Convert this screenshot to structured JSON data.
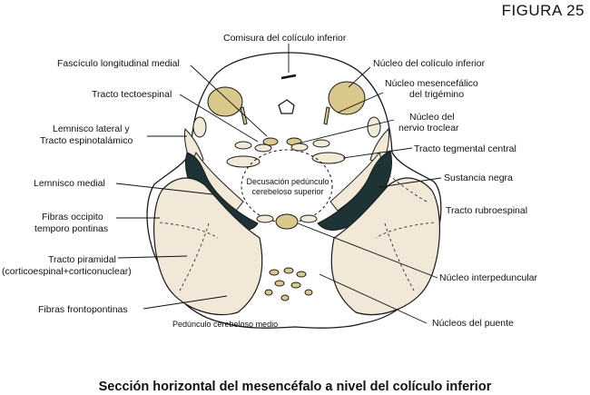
{
  "figure_label": "FIGURA 25",
  "caption": "Sección horizontal del mesencéfalo a nivel del colículo inferior",
  "labels": {
    "comisura": "Comisura del colículo inferior",
    "fasciculo": "Fascículo longitudinal medial",
    "tectoespinal": "Tracto tectoespinal",
    "lemnisco_lateral_1": "Lemnisco lateral y",
    "lemnisco_lateral_2": "Tracto  espinotalámico",
    "lemnisco_medial": "Lemnisco medial",
    "fibras_occipito_1": "Fibras occipito",
    "fibras_occipito_2": "temporo pontinas",
    "tracto_piramidal_1": "Tracto piramidal",
    "tracto_piramidal_2": "(corticoespinal+corticonuclear)",
    "fibras_frontopontinas": "Fibras frontopontinas",
    "pedunculo": "Pedúnculo cerebeloso medio",
    "nucleo_coliculo": "Núcleo del colículo inferior",
    "nucleo_mesencefalico_1": "Núcleo mesencefálico",
    "nucleo_mesencefalico_2": "del trigémino",
    "nucleo_troclear_1": "Núcleo del",
    "nucleo_troclear_2": "nervio troclear",
    "tracto_tegmental": "Tracto tegmental central",
    "sustancia_negra": "Sustancia negra",
    "tracto_rubroespinal": "Tracto rubroespinal",
    "nucleo_interpeduncular": "Núcleo interpeduncular",
    "nucleos_puente": "Núcleos del puente",
    "decusacion_1": "Decusación pedúnculo",
    "decusacion_2": "cerebeloso superior"
  },
  "colors": {
    "outline": "#1a1a1a",
    "nucleus_fill": "#d8c98a",
    "tract_fill": "#f1ead6",
    "peduncle_fill": "#f1e8d8",
    "substantia_nigra": "#1e3336"
  }
}
